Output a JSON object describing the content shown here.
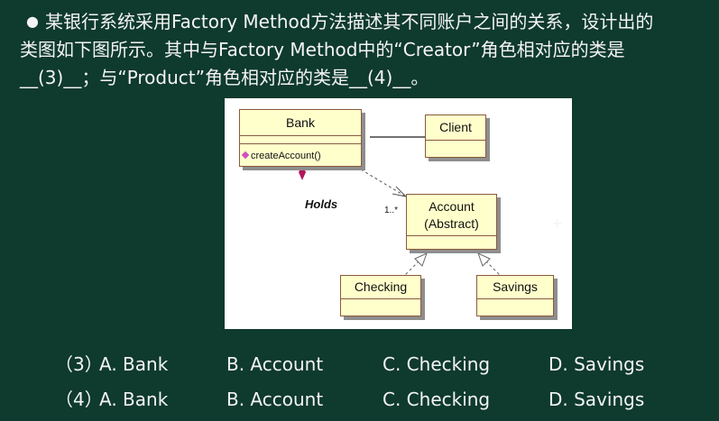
{
  "question": {
    "bullet": "●",
    "line1": "某银行系统采用Factory Method方法描述其不同账户之间的关系，设计出的",
    "line2": "类图如下图所示。其中与Factory Method中的“Creator”角色相对应的类是",
    "line3": "__(3)__；与“Product”角色相对应的类是__(4)__。"
  },
  "diagram": {
    "bank": {
      "name": "Bank",
      "operation": "createAccount()"
    },
    "client": {
      "name": "Client"
    },
    "account": {
      "name_line1": "Account",
      "name_line2": "(Abstract)"
    },
    "checking": {
      "name": "Checking"
    },
    "savings": {
      "name": "Savings"
    },
    "holds_label": "Holds",
    "multiplicity": "1..*"
  },
  "cursor": "+",
  "options": [
    {
      "number": "（3）",
      "a": "A.  Bank",
      "b": "B.  Account",
      "c": "C.  Checking",
      "d": "D.  Savings"
    },
    {
      "number": "（4）",
      "a": "A.  Bank",
      "b": "B.  Account",
      "c": "C.  Checking",
      "d": "D.  Savings"
    }
  ]
}
